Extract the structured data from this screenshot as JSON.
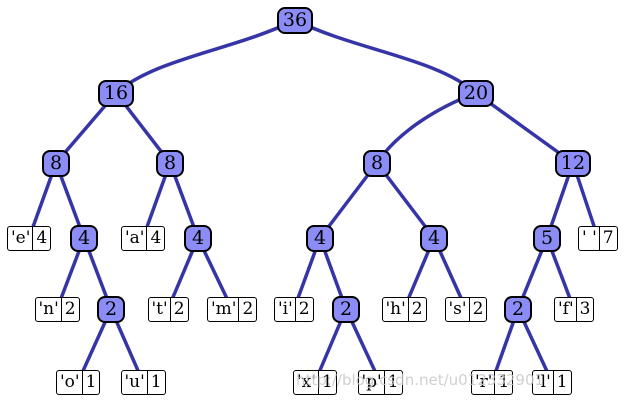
{
  "tree": {
    "line_color": "#3535a8",
    "node_fill": "#8c8cf6",
    "internal_nodes": {
      "root": "36",
      "l": "16",
      "r": "20",
      "ll": "8",
      "lr": "8",
      "rl": "8",
      "rr": "12",
      "llr": "4",
      "lrr": "4",
      "rll": "4",
      "rlr": "4",
      "rrl": "5",
      "llrr": "2",
      "rllr": "2",
      "rrll": "2"
    },
    "leaves": {
      "lll": {
        "char": "'e'",
        "count": "4"
      },
      "lrl": {
        "char": "'a'",
        "count": "4"
      },
      "llrl": {
        "char": "'n'",
        "count": "2"
      },
      "lrrl": {
        "char": "'t'",
        "count": "2"
      },
      "lrrr": {
        "char": "'m'",
        "count": "2"
      },
      "rlll": {
        "char": "'i'",
        "count": "2"
      },
      "rlrl": {
        "char": "'h'",
        "count": "2"
      },
      "rlrr": {
        "char": "'s'",
        "count": "2"
      },
      "rrr": {
        "char": "' '",
        "count": "7"
      },
      "rrlr": {
        "char": "'f'",
        "count": "3"
      },
      "llrrl": {
        "char": "'o'",
        "count": "1"
      },
      "llrrr": {
        "char": "'u'",
        "count": "1"
      },
      "rllrl": {
        "char": "'x'",
        "count": "1"
      },
      "rllrr": {
        "char": "'p'",
        "count": "1"
      },
      "rrlll": {
        "char": "'r'",
        "count": "1"
      },
      "rrllr": {
        "char": "'l'",
        "count": "1"
      }
    }
  },
  "watermark": "http://blog.csdn.net/u012332901"
}
